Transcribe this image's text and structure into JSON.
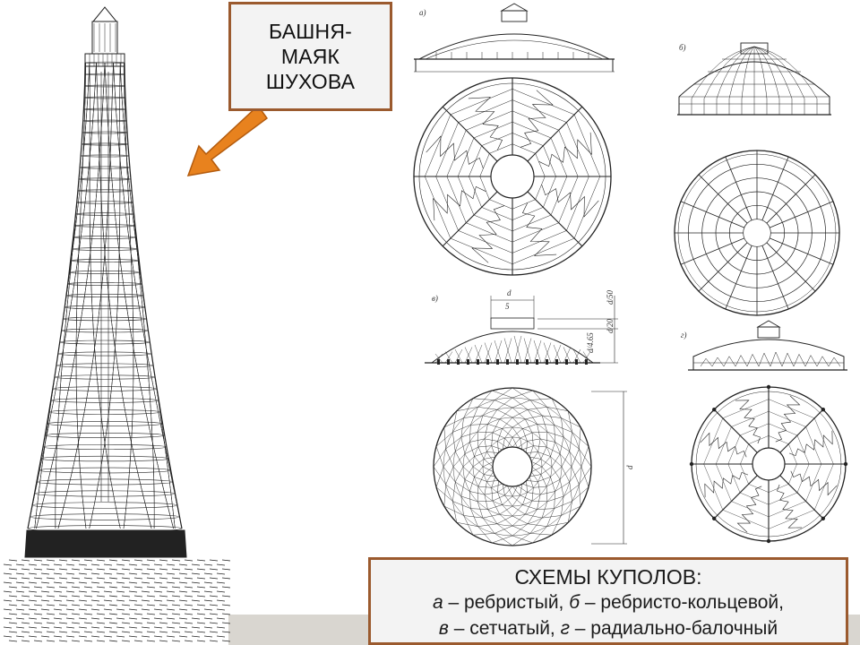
{
  "slide": {
    "title_lines": [
      "БАШНЯ-",
      "МАЯК",
      "ШУХОВА"
    ],
    "caption": {
      "heading": "СХЕМЫ КУПОЛОВ:",
      "line2_a": "а",
      "line2_a_text": " – ребристый, ",
      "line2_b": "б",
      "line2_b_text": " – ребристо-кольцевой,",
      "line3_v": "в",
      "line3_v_text": " – сетчатый, ",
      "line3_g": "г",
      "line3_g_text": " – радиально-балочный"
    },
    "diagram_labels": {
      "a": "а)",
      "b": "б)",
      "v": "в)",
      "g": "г)",
      "dim_d": "d",
      "dim_5": "5",
      "dim_d50": "d/50",
      "dim_d20": "d/20",
      "dim_d465": "d/4.65",
      "dim_d_side": "d"
    },
    "accent_color": "#9b5a2e",
    "arrow_color": "#e8821e"
  }
}
